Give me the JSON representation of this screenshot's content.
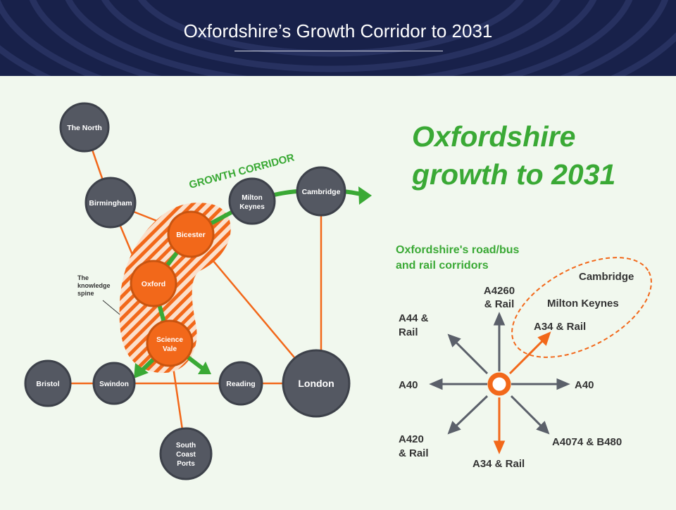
{
  "slide": {
    "title": "Oxfordshire’s Growth Corridor to 2031"
  },
  "map": {
    "corridor_label": "GROWTH CORRIDOR",
    "spine_label": [
      "The",
      "knowledge",
      "spine"
    ],
    "nodes": {
      "north": [
        "The North"
      ],
      "birmingham": [
        "Birmingham"
      ],
      "milton_keynes": [
        "Milton",
        "Keynes"
      ],
      "cambridge": [
        "Cambridge"
      ],
      "bicester": [
        "Bicester"
      ],
      "oxford": [
        "Oxford"
      ],
      "science_vale": [
        "Science",
        "Vale"
      ],
      "bristol": [
        "Bristol"
      ],
      "swindon": [
        "Swindon"
      ],
      "reading": [
        "Reading"
      ],
      "london": [
        "London"
      ],
      "south_coast_ports": [
        "South",
        "Coast",
        "Ports"
      ]
    }
  },
  "headline": {
    "line1": "Oxfordshire",
    "line2": "growth to 2031"
  },
  "corridors": {
    "heading_line1": "Oxfordshire's road/bus",
    "heading_line2": "and rail corridors",
    "group_cambridge": "Cambridge",
    "group_milton_keynes": "Milton Keynes",
    "a34_north": "A34 & Rail",
    "a4260": [
      "A4260",
      "& Rail"
    ],
    "a44": [
      "A44 &",
      "Rail"
    ],
    "a40_west": "A40",
    "a40_east": "A40",
    "a420": [
      "A420",
      "& Rail"
    ],
    "a34_south": "A34 & Rail",
    "a4074": "A4074 & B480"
  },
  "colors": {
    "orange": "#f2681a",
    "green": "#3aa935",
    "node_grey": "#545862",
    "arrow_grey": "#5b606a",
    "header_navy": "#18214a"
  }
}
